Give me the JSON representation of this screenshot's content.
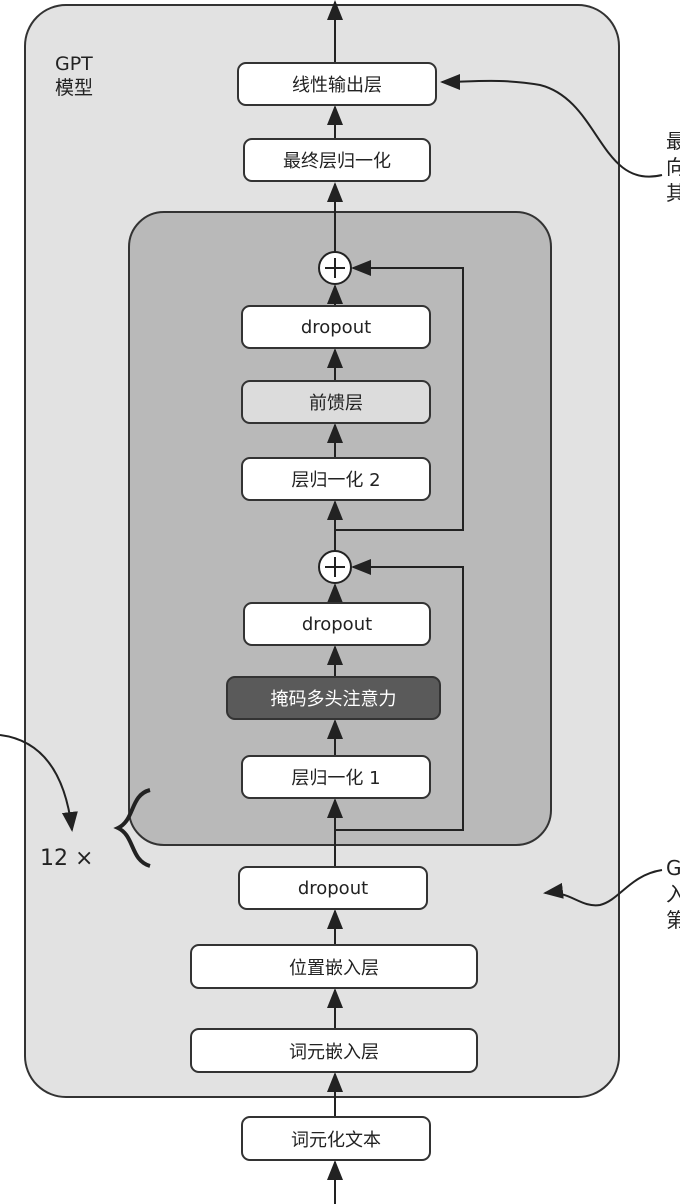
{
  "model_label": {
    "line1": "GPT",
    "line2": "模型"
  },
  "repeat_label": "12 ×",
  "boxes": {
    "linear_output": "线性输出层",
    "final_norm": "最终层归一化",
    "dropout_top": "dropout",
    "feed_forward": "前馈层",
    "layer_norm_2": "层归一化 2",
    "dropout_mid": "dropout",
    "masked_mha": "掩码多头注意力",
    "layer_norm_1": "层归一化 1",
    "dropout_embed": "dropout",
    "pos_embedding": "位置嵌入层",
    "token_embedding": "词元嵌入层",
    "tokenized_text": "词元化文本"
  },
  "side_notes_top": [
    "最",
    "向",
    "其"
  ],
  "side_notes_bottom": [
    "G",
    "入",
    "第"
  ],
  "colors": {
    "outer": "#e2e2e2",
    "inner": "#b9b9b9",
    "dark_box": "#5a5a5a"
  }
}
